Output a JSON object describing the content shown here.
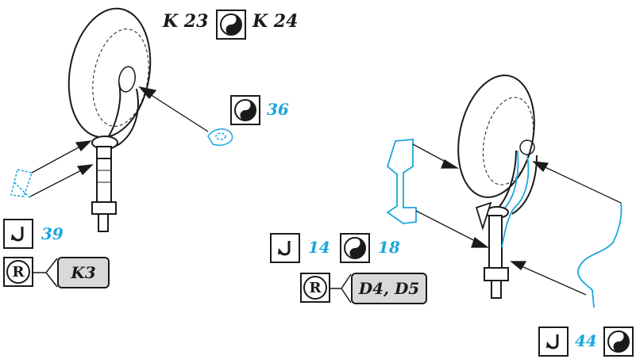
{
  "refs": {
    "left_top_a": "K 23",
    "left_top_b": "K 24",
    "left_blue_36": "36",
    "left_blue_39": "39",
    "left_tab": "K3",
    "right_blue_14": "14",
    "right_blue_18": "18",
    "right_tab": "D4, D5",
    "right_blue_44": "44",
    "r_symbol": "R"
  },
  "icons": [
    "hook-icon",
    "yin-yang-icon",
    "registered-circle-icon"
  ],
  "colors": {
    "accent_blue": "#1aa6de",
    "ink": "#1a1a1a",
    "tab_grey": "#d9d9d9"
  }
}
